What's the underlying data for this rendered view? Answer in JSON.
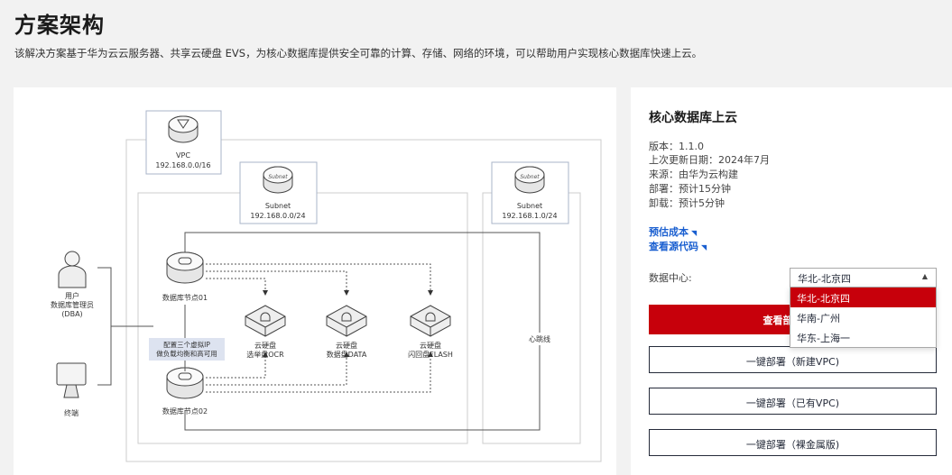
{
  "header": {
    "title": "方案架构",
    "description": "该解决方案基于华为云云服务器、共享云硬盘 EVS，为核心数据库提供安全可靠的计算、存储、网络的环境，可以帮助用户实现核心数据库快速上云。"
  },
  "diagram": {
    "vpc": {
      "name": "VPC",
      "cidr": "192.168.0.0/16"
    },
    "subnet1": {
      "name": "Subnet",
      "cidr": "192.168.0.0/24",
      "badge": "Subnet"
    },
    "subnet2": {
      "name": "Subnet",
      "cidr": "192.168.1.0/24",
      "badge": "Subnet"
    },
    "user": {
      "line1": "用户",
      "line2": "数据库管理员",
      "line3": "(DBA)"
    },
    "terminal": "终端",
    "node1": "数据库节点01",
    "node2": "数据库节点02",
    "vip_note": {
      "line1": "配置三个虚拟IP",
      "line2": "做负载均衡和高可用"
    },
    "disks": [
      {
        "line1": "云硬盘",
        "line2": "选举盘OCR"
      },
      {
        "line1": "云硬盘",
        "line2": "数据盘DATA"
      },
      {
        "line1": "云硬盘",
        "line2": "闪回盘FLASH"
      }
    ],
    "heartbeat": "心跳线"
  },
  "panel": {
    "title": "核心数据库上云",
    "version": "版本：1.1.0",
    "updated": "上次更新日期：2024年7月",
    "source": "来源：由华为云构建",
    "deploy_time": "部署：预计15分钟",
    "uninstall_time": "卸载：预计5分钟",
    "estimate_cost": "预估成本",
    "view_source": "查看源代码",
    "datacenter_label": "数据中心:",
    "datacenter_selected": "华北-北京四",
    "datacenter_options": [
      "华北-北京四",
      "华南-广州",
      "华东-上海一"
    ],
    "btn_view": "查看部署指南",
    "btn_deploy_new": "一键部署（新建VPC)",
    "btn_deploy_existing": "一键部署（已有VPC)",
    "btn_deploy_bms": "一键部署（裸金属版)"
  },
  "colors": {
    "accent": "#c7000b",
    "link": "#1a5fd0",
    "border": "#252b3a"
  }
}
